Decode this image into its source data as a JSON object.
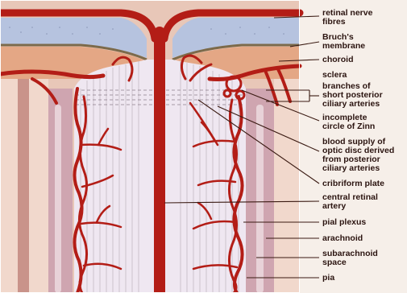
{
  "labels": {
    "retinal_nerve_fibres": [
      "retinal nerve",
      "fibres"
    ],
    "bruchs_membrane": [
      "Bruch's",
      "membrane"
    ],
    "choroid": [
      "choroid"
    ],
    "sclera": [
      "sclera"
    ],
    "short_posterior_ciliary": [
      "branches of",
      "short posterior",
      "ciliary arteries"
    ],
    "circle_of_zinn": [
      "incomplete",
      "circle of Zinn"
    ],
    "disc_blood_supply": [
      "blood supply of",
      "optic disc derived",
      "from posterior",
      "ciliary arteries"
    ],
    "cribriform_plate": [
      "cribriform plate"
    ],
    "central_retinal_artery": [
      "central retinal",
      "artery"
    ],
    "pial_plexus": [
      "pial plexus"
    ],
    "arachnoid": [
      "arachnoid"
    ],
    "subarachnoid_space": [
      "subarachnoid",
      "space"
    ],
    "pia": [
      "pia"
    ]
  },
  "colors": {
    "artery": "#b31d16",
    "background": "#e8c7b8",
    "nerve_fibre_layer": "#b6c3df",
    "choroid": "#e4a785",
    "sclera": "#f1d8cc",
    "optic_nerve": "#efe7f1",
    "sheath": "#cfa5b0",
    "label_panel": "#f6efe9"
  }
}
